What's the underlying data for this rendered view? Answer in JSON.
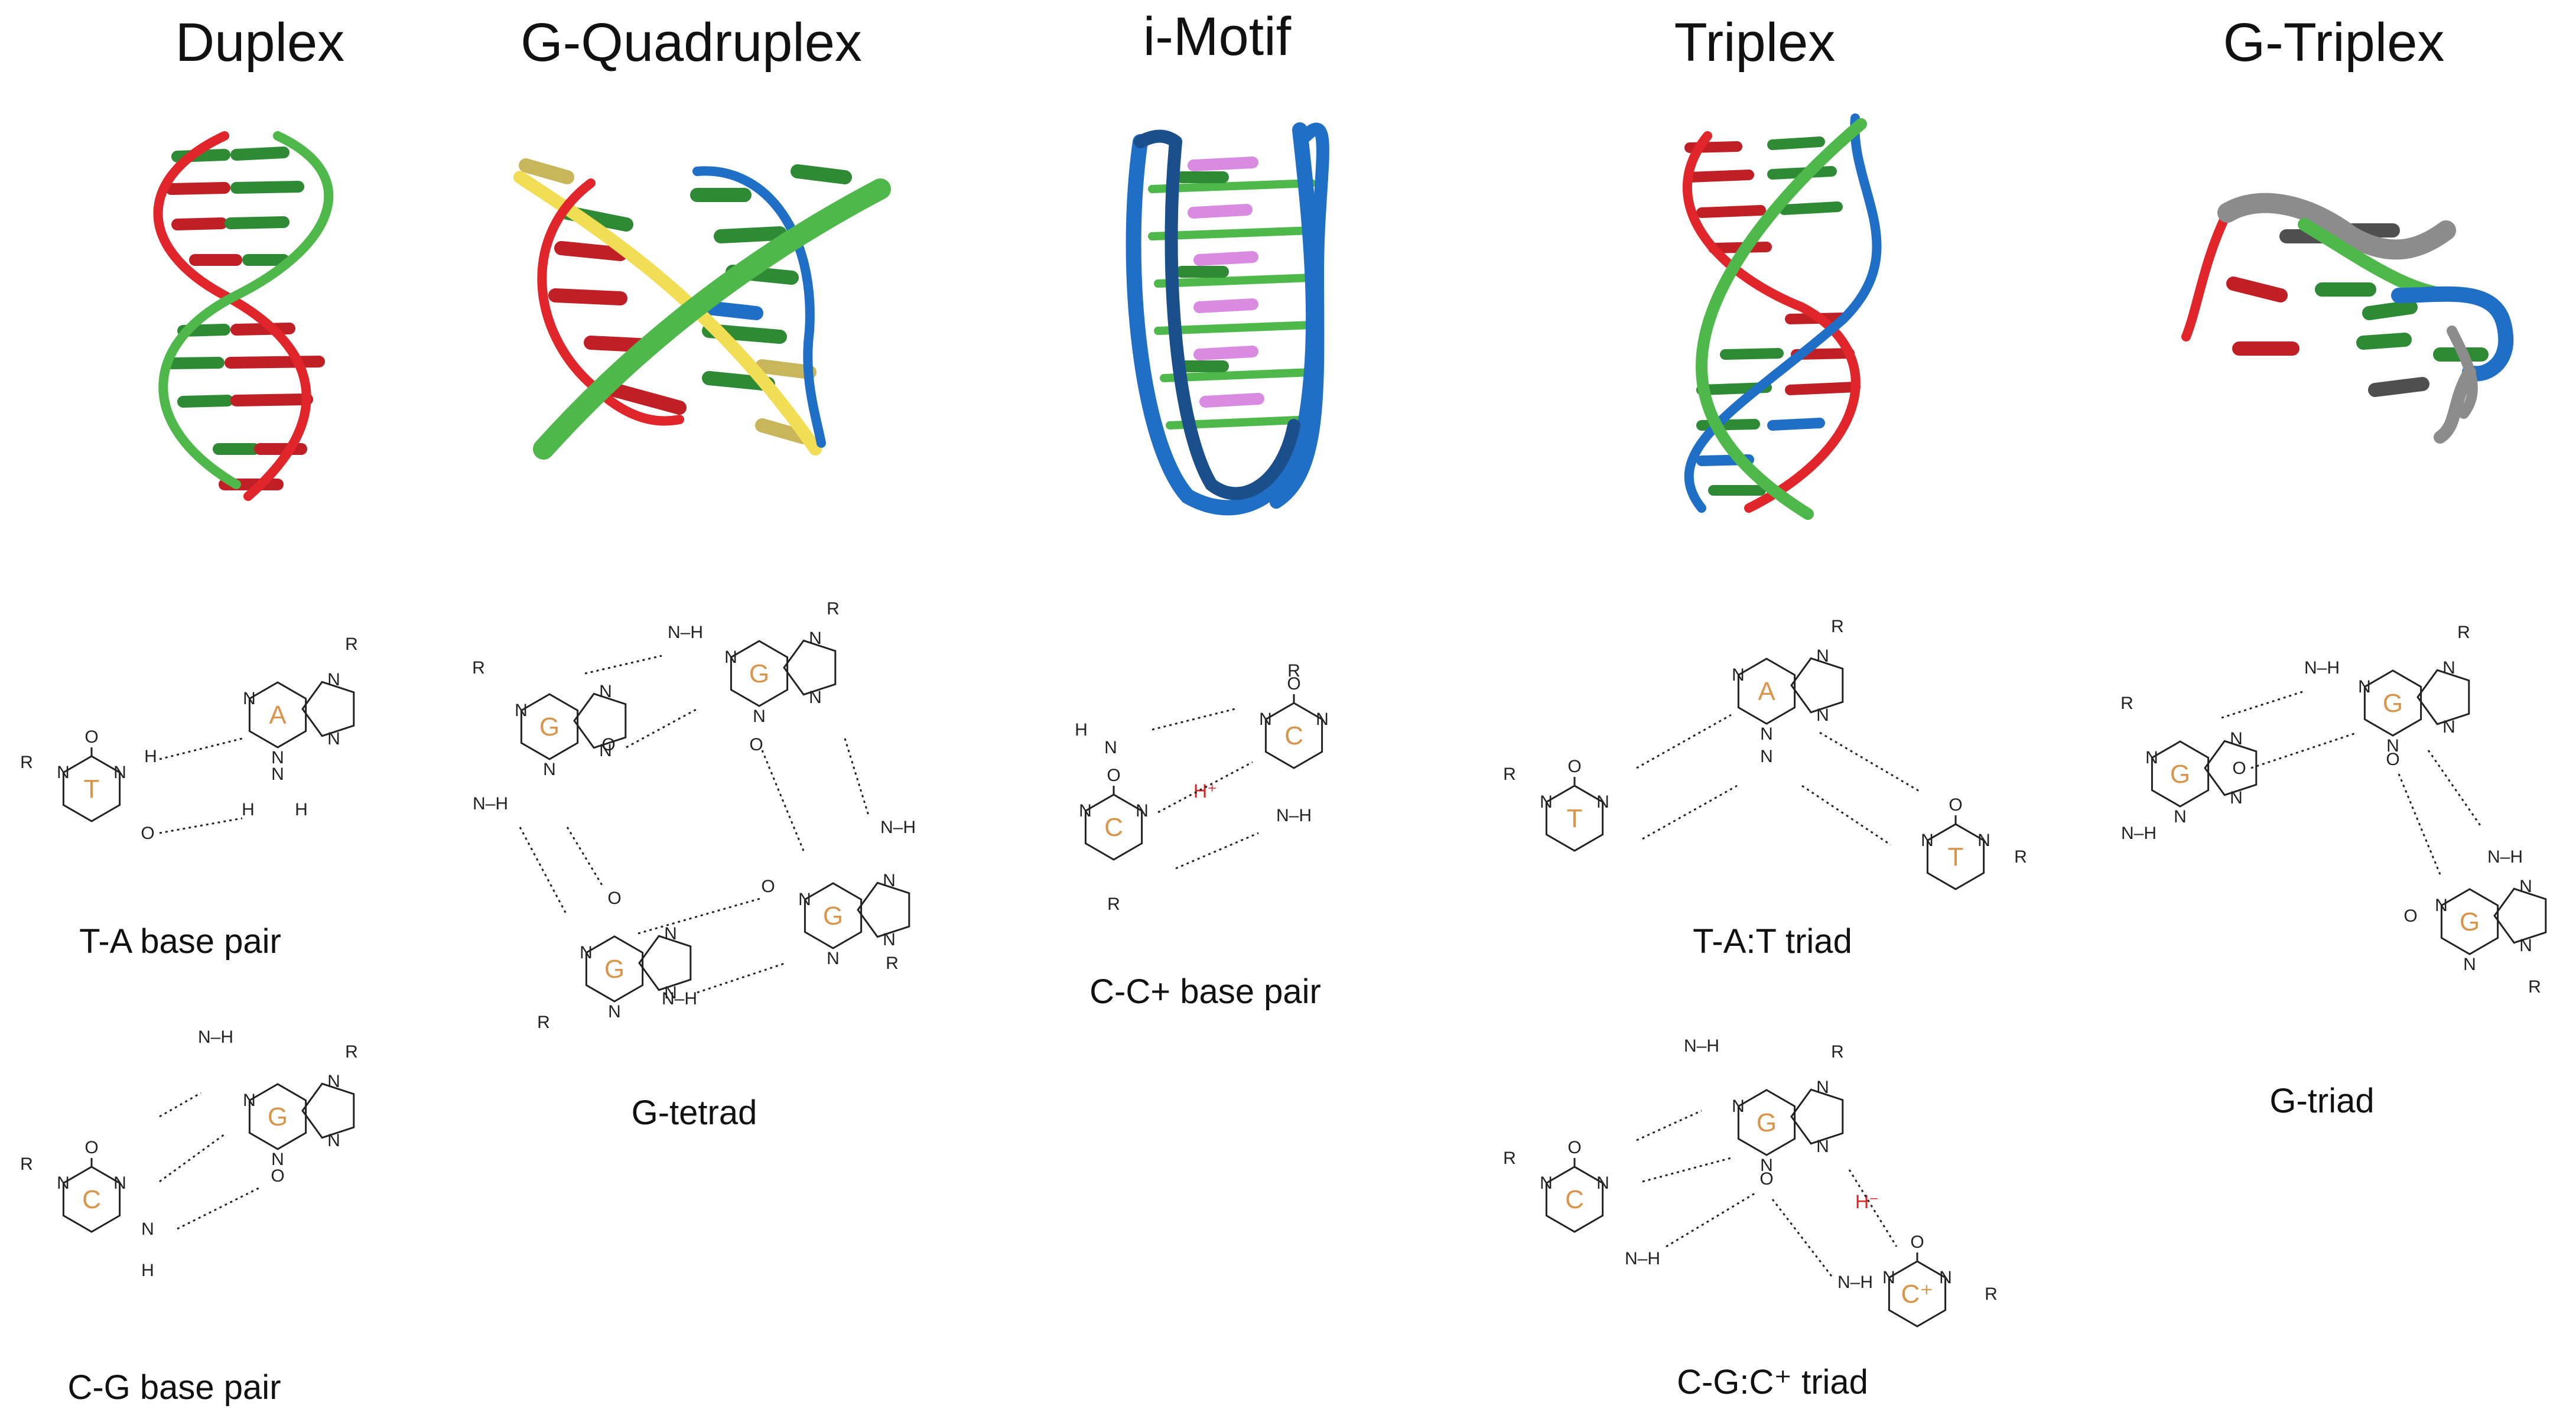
{
  "structures": [
    {
      "title": "Duplex",
      "captions": [
        "T-A base pair",
        "C-G base pair"
      ]
    },
    {
      "title": "G-Quadruplex",
      "captions": [
        "G-tetrad"
      ]
    },
    {
      "title": "i-Motif",
      "captions": [
        "C-C+ base pair"
      ]
    },
    {
      "title": "Triplex",
      "captions": [
        "T-A:T triad",
        "C-G:C⁺ triad"
      ]
    },
    {
      "title": "G-Triplex",
      "captions": [
        "G-triad"
      ]
    }
  ],
  "base_letters": {
    "T": "T",
    "A": "A",
    "G": "G",
    "C": "C",
    "C_plus": "C⁺"
  },
  "atom_labels": {
    "N": "N",
    "H": "H",
    "O": "O",
    "R": "R",
    "NH": "N–H",
    "H_plus": "H⁺",
    "H_minus": "H⁻"
  },
  "colors": {
    "red_strand": "#e0262a",
    "green_strand": "#4fb84a",
    "dark_green": "#2f8a35",
    "blue_strand": "#1f6fc7",
    "dark_blue": "#1a4f8c",
    "yellow_strand": "#f2de55",
    "pink_base": "#d88be0",
    "grey_strand": "#8c8c8c",
    "base_letter": "#d9954a",
    "proton": "#e02020"
  }
}
